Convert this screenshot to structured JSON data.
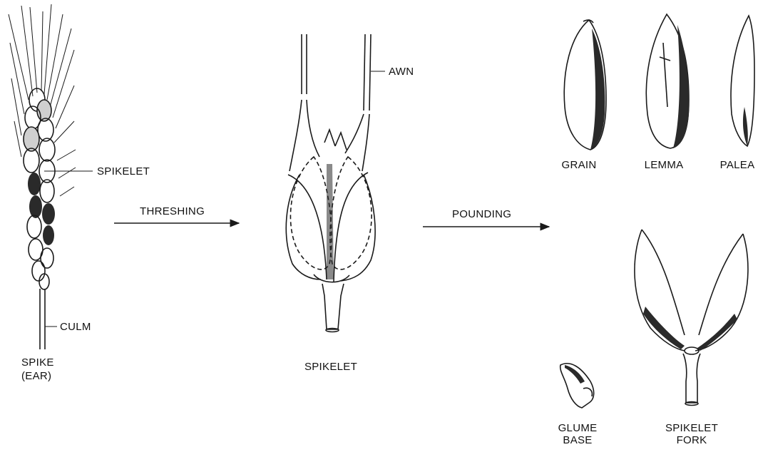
{
  "labels": {
    "spikelet_callout": "SPIKELET",
    "culm": "CULM",
    "spike_line1": "SPIKE",
    "spike_line2": "(EAR)",
    "threshing": "THRESHING",
    "awn": "AWN",
    "spikelet_caption": "SPIKELET",
    "pounding": "POUNDING",
    "grain": "GRAIN",
    "lemma": "LEMMA",
    "palea": "PALEA",
    "glume_base_line1": "GLUME",
    "glume_base_line2": "BASE",
    "spikelet_fork_line1": "SPIKELET",
    "spikelet_fork_line2": "FORK"
  }
}
